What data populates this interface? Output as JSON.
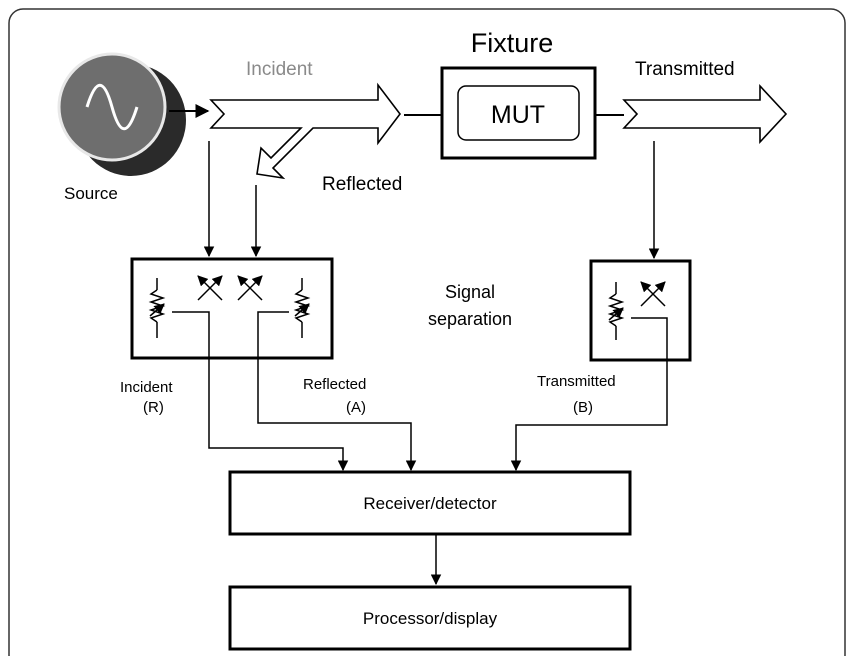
{
  "title": "Fixture",
  "labels": {
    "incident_top": "Incident",
    "transmitted_top": "Transmitted",
    "mut": "MUT",
    "source": "Source",
    "reflected_top": "Reflected",
    "signal_separation_1": "Signal",
    "signal_separation_2": "separation",
    "incident_r_1": "Incident",
    "incident_r_2": "(R)",
    "reflected_a_1": "Reflected",
    "reflected_a_2": "(A)",
    "transmitted_b_1": "Transmitted",
    "transmitted_b_2": "(B)",
    "receiver": "Receiver/detector",
    "processor": "Processor/display"
  },
  "colors": {
    "incident_label": "#8a8a8a",
    "source_disk": "#6e6e6e",
    "source_shadow": "#2a2a2a"
  },
  "icons": [
    "sine-wave-icon",
    "resistor-icon",
    "coupler-icon"
  ]
}
